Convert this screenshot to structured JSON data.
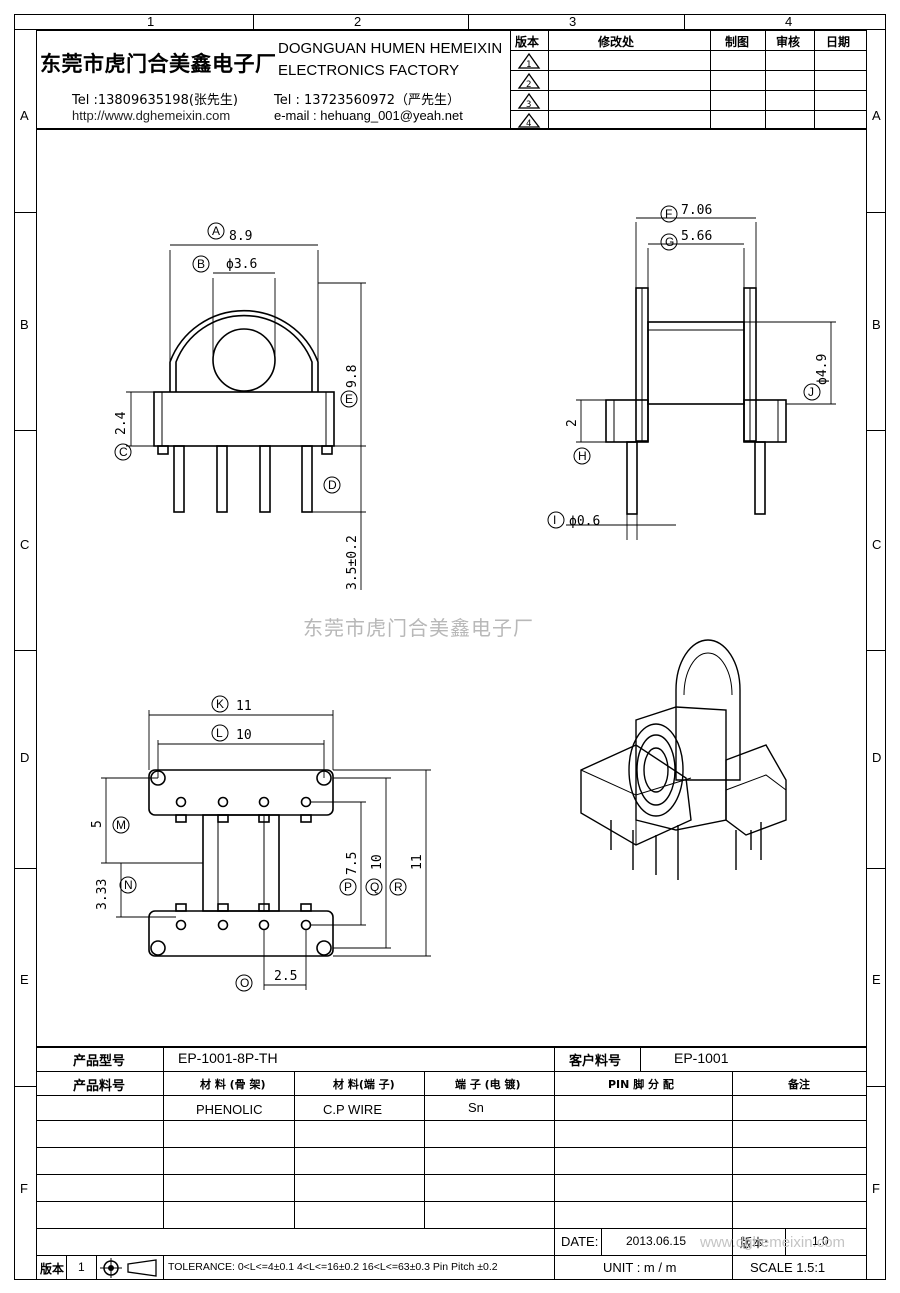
{
  "zones": {
    "columns": [
      "1",
      "2",
      "3",
      "4"
    ],
    "rows": [
      "A",
      "B",
      "C",
      "D",
      "E",
      "F"
    ]
  },
  "header": {
    "company_cn": "东莞市虎门合美鑫电子厂",
    "company_en_line1": "DOGNGUAN HUMEN HEMEIXIN",
    "company_en_line2": "ELECTRONICS FACTORY",
    "tel1": "Tel :13809635198(张先生)",
    "website": "http://www.dghemeixin.com",
    "tel2": "Tel : 13723560972（严先生）",
    "email": "e-mail : hehuang_001@yeah.net"
  },
  "revision_table": {
    "headers": [
      "版本",
      "修改处",
      "制图",
      "审核",
      "日期"
    ],
    "revisions": [
      "1",
      "2",
      "3",
      "4"
    ]
  },
  "dimensions": {
    "A": "8.9",
    "B": "ϕ3.6",
    "C": "2.4",
    "D": "3.5±0.2",
    "E": "9.8",
    "F": "7.06",
    "G": "5.66",
    "H": "2",
    "I": "ϕ0.6",
    "J": "ϕ4.9",
    "K": "11",
    "L": "10",
    "M": "5",
    "N": "3.33",
    "O": "2.5",
    "P": "7.5",
    "Q": "10",
    "R": "11"
  },
  "labels": [
    "A",
    "B",
    "C",
    "D",
    "E",
    "F",
    "G",
    "H",
    "I",
    "J",
    "K",
    "L",
    "M",
    "N",
    "O",
    "P",
    "Q",
    "R"
  ],
  "watermark": "东莞市虎门合美鑫电子厂",
  "footer_watermark": "www.dghemeixin.com",
  "spec_table": {
    "product_model_label": "产品型号",
    "product_model": "EP-1001-8P-TH",
    "customer_part_label": "客户料号",
    "customer_part": "EP-1001",
    "product_part_label": "产品料号",
    "col_bobbin": "材 料 (骨 架)",
    "col_pin": "材 料(端 子)",
    "col_plating": "端 子 (电 镀)",
    "col_pin_assign": "PIN 脚 分 配",
    "col_remark": "备注",
    "bobbin_material": "PHENOLIC",
    "pin_material": "C.P WIRE",
    "plating": "Sn",
    "date_label": "DATE:",
    "date": "2013.06.15",
    "version_label": "版本:",
    "version": "1.0",
    "edition_label": "版本",
    "edition": "1",
    "tolerance": "TOLERANCE:  0<L<=4±0.1  4<L<=16±0.2  16<L<=63±0.3  Pin Pitch  ±0.2",
    "unit": "UNIT :  m / m",
    "scale": "SCALE  1.5:1"
  },
  "colors": {
    "line": "#000000",
    "watermark": "#b8b8b8"
  }
}
